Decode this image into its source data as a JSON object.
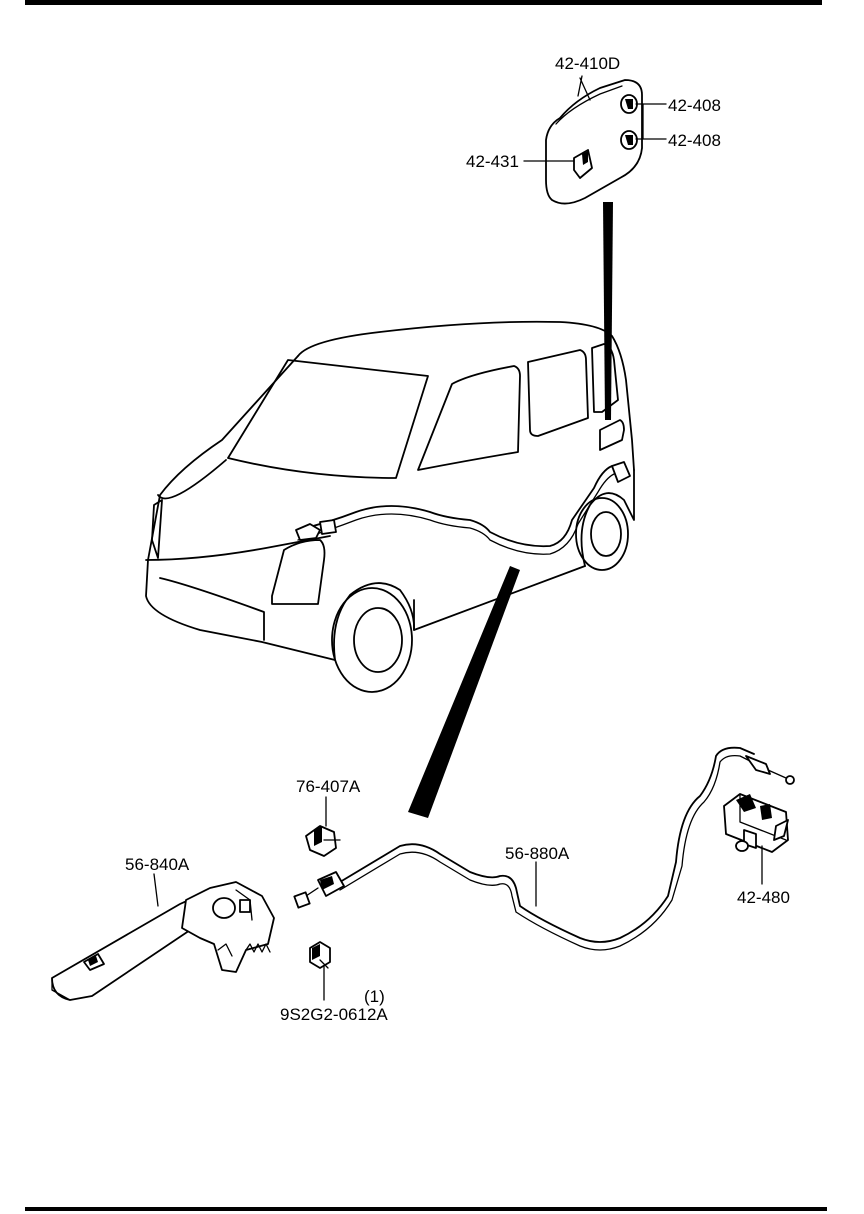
{
  "callouts": {
    "fuel_lid": "42-410D",
    "bumper_top": "42-408",
    "bumper_bottom": "42-408",
    "lid_spring": "42-431",
    "cable_clip": "76-407A",
    "opener_lever": "56-840A",
    "opener_cable": "56-880A",
    "lock_actuator": "42-480",
    "bolt_qty": "(1)",
    "bolt": "9S2G2-0612A"
  }
}
